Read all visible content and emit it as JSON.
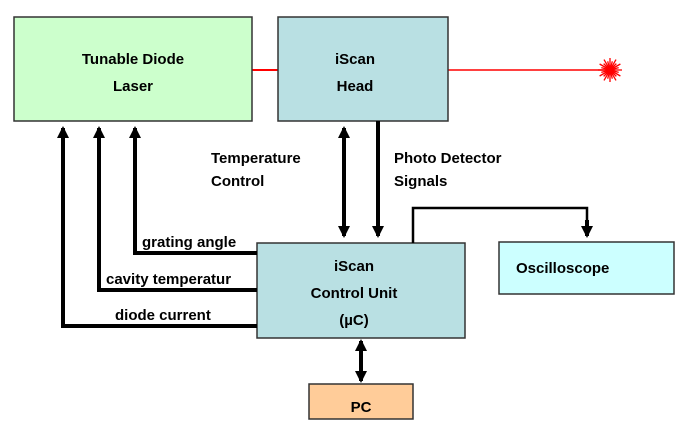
{
  "diagram": {
    "type": "block-diagram",
    "nodes": {
      "laser": {
        "lines": [
          "Tunable Diode",
          "Laser"
        ],
        "color": "#ccffcc"
      },
      "head": {
        "lines": [
          "iScan",
          "Head"
        ],
        "color": "#b9e0e3"
      },
      "control": {
        "lines": [
          "iScan",
          "Control Unit",
          "(µC)"
        ],
        "color": "#b9e0e3"
      },
      "oscilloscope": {
        "lines": [
          "Oscilloscope"
        ],
        "color": "#ccffff"
      },
      "pc": {
        "lines": [
          "PC"
        ],
        "color": "#ffcc99"
      }
    },
    "edges": {
      "temperature_control": {
        "from": "control",
        "to": "head",
        "direction": "both",
        "label": [
          "Temperature",
          "Control"
        ]
      },
      "photo_detector": {
        "from": "head",
        "to": "control",
        "direction": "forward",
        "label": [
          "Photo Detector",
          "Signals"
        ]
      },
      "grating_angle": {
        "from": "control",
        "to": "laser",
        "label": "grating angle"
      },
      "cavity_temperature": {
        "from": "control",
        "to": "laser",
        "label": "cavity temperatur"
      },
      "diode_current": {
        "from": "control",
        "to": "laser",
        "label": "diode current"
      },
      "to_oscilloscope": {
        "from": "control",
        "to": "oscilloscope",
        "label": ""
      },
      "pc_link": {
        "from": "control",
        "to": "pc",
        "direction": "both",
        "label": ""
      },
      "laser_beam": {
        "from": "laser",
        "through": "head",
        "to": "target",
        "color": "#ff0000"
      }
    }
  }
}
